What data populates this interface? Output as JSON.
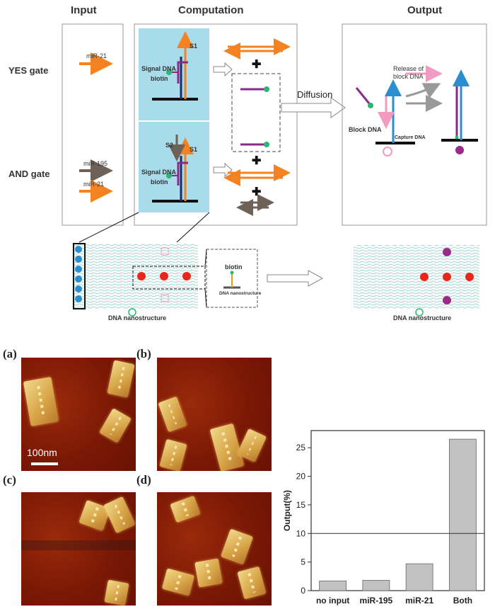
{
  "headers": {
    "input": "Input",
    "computation": "Computation",
    "output": "Output"
  },
  "gates": {
    "yes": "YES gate",
    "and": "AND gate"
  },
  "inputs": {
    "mir21_top": "miR-21",
    "mir195": "miR-195",
    "mir21_bottom": "miR-21"
  },
  "labels": {
    "s1_top": "S1",
    "signal_dna_top": "Signal DNA",
    "biotin_top": "biotin",
    "s2": "S2",
    "s1_bottom": "S1",
    "signal_dna_bottom": "Signal DNA",
    "biotin_bottom": "biotin",
    "diffusion": "Diffusion",
    "release_line1": "Release of",
    "release_line2": "block DNA",
    "block_dna": "Block DNA",
    "capture_dna": "Capture DNA",
    "dna_nano_left": "DNA nanostructure",
    "dna_nano_right": "DNA nanostructure",
    "inset_biotin": "biotin",
    "inset_dna_nano": "DNA nanostructure"
  },
  "panels": [
    "(a)",
    "(b)",
    "(c)",
    "(d)"
  ],
  "scale_bar": "100nm",
  "colors": {
    "orange": "#f58220",
    "purple": "#8b2a8c",
    "navy": "#1f2a6b",
    "blue": "#2a8fd0",
    "pink": "#f29ac0",
    "gray_arrow": "#6e6258",
    "green": "#2bb673",
    "red": "#e8261c",
    "magenta": "#9a2a8a",
    "cyan_box": "#a8dcea"
  },
  "chart_data": {
    "type": "bar",
    "categories": [
      "no input",
      "miR-195",
      "miR-21",
      "Both"
    ],
    "values": [
      1.7,
      1.8,
      4.7,
      26.5
    ],
    "ylabel": "Output(%)",
    "ylim": [
      0,
      28
    ],
    "yticks": [
      0,
      5,
      10,
      15,
      20,
      25
    ],
    "threshold": 10,
    "bar_color": "#c2c2c2"
  }
}
